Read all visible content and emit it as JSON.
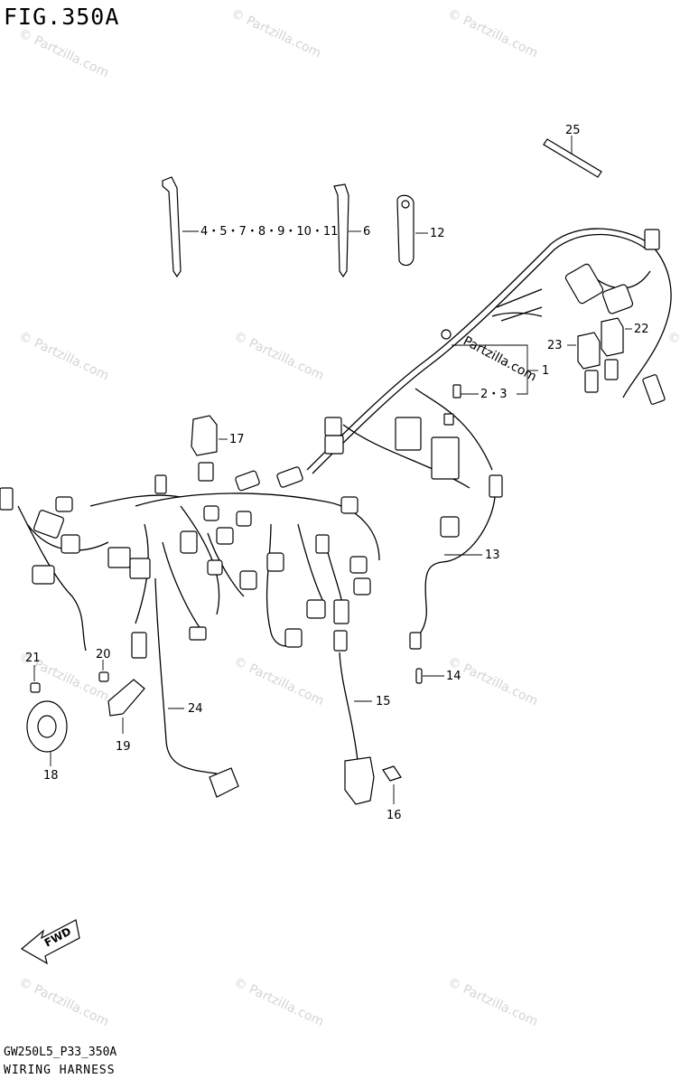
{
  "figure": {
    "title": "FIG.350A",
    "code": "GW250L5_P33_350A",
    "name": "WIRING HARNESS",
    "watermark": "© Partzilla.com",
    "brand_text": "Partzilla.com",
    "fwd_label": "FWD"
  },
  "callouts": [
    {
      "id": "c1",
      "label": "1"
    },
    {
      "id": "c23",
      "label": "2・3"
    },
    {
      "id": "c4",
      "label": "4・5・7・8・9・10・11"
    },
    {
      "id": "c6",
      "label": "6"
    },
    {
      "id": "c12",
      "label": "12"
    },
    {
      "id": "c13",
      "label": "13"
    },
    {
      "id": "c14",
      "label": "14"
    },
    {
      "id": "c15",
      "label": "15"
    },
    {
      "id": "c16",
      "label": "16"
    },
    {
      "id": "c17",
      "label": "17"
    },
    {
      "id": "c18",
      "label": "18"
    },
    {
      "id": "c19",
      "label": "19"
    },
    {
      "id": "c20",
      "label": "20"
    },
    {
      "id": "c21",
      "label": "21"
    },
    {
      "id": "c22",
      "label": "22"
    },
    {
      "id": "c23b",
      "label": "23"
    },
    {
      "id": "c24",
      "label": "24"
    },
    {
      "id": "c25",
      "label": "25"
    }
  ],
  "colors": {
    "line": "#000000",
    "watermark": "#d4d4d4",
    "background": "#ffffff"
  }
}
